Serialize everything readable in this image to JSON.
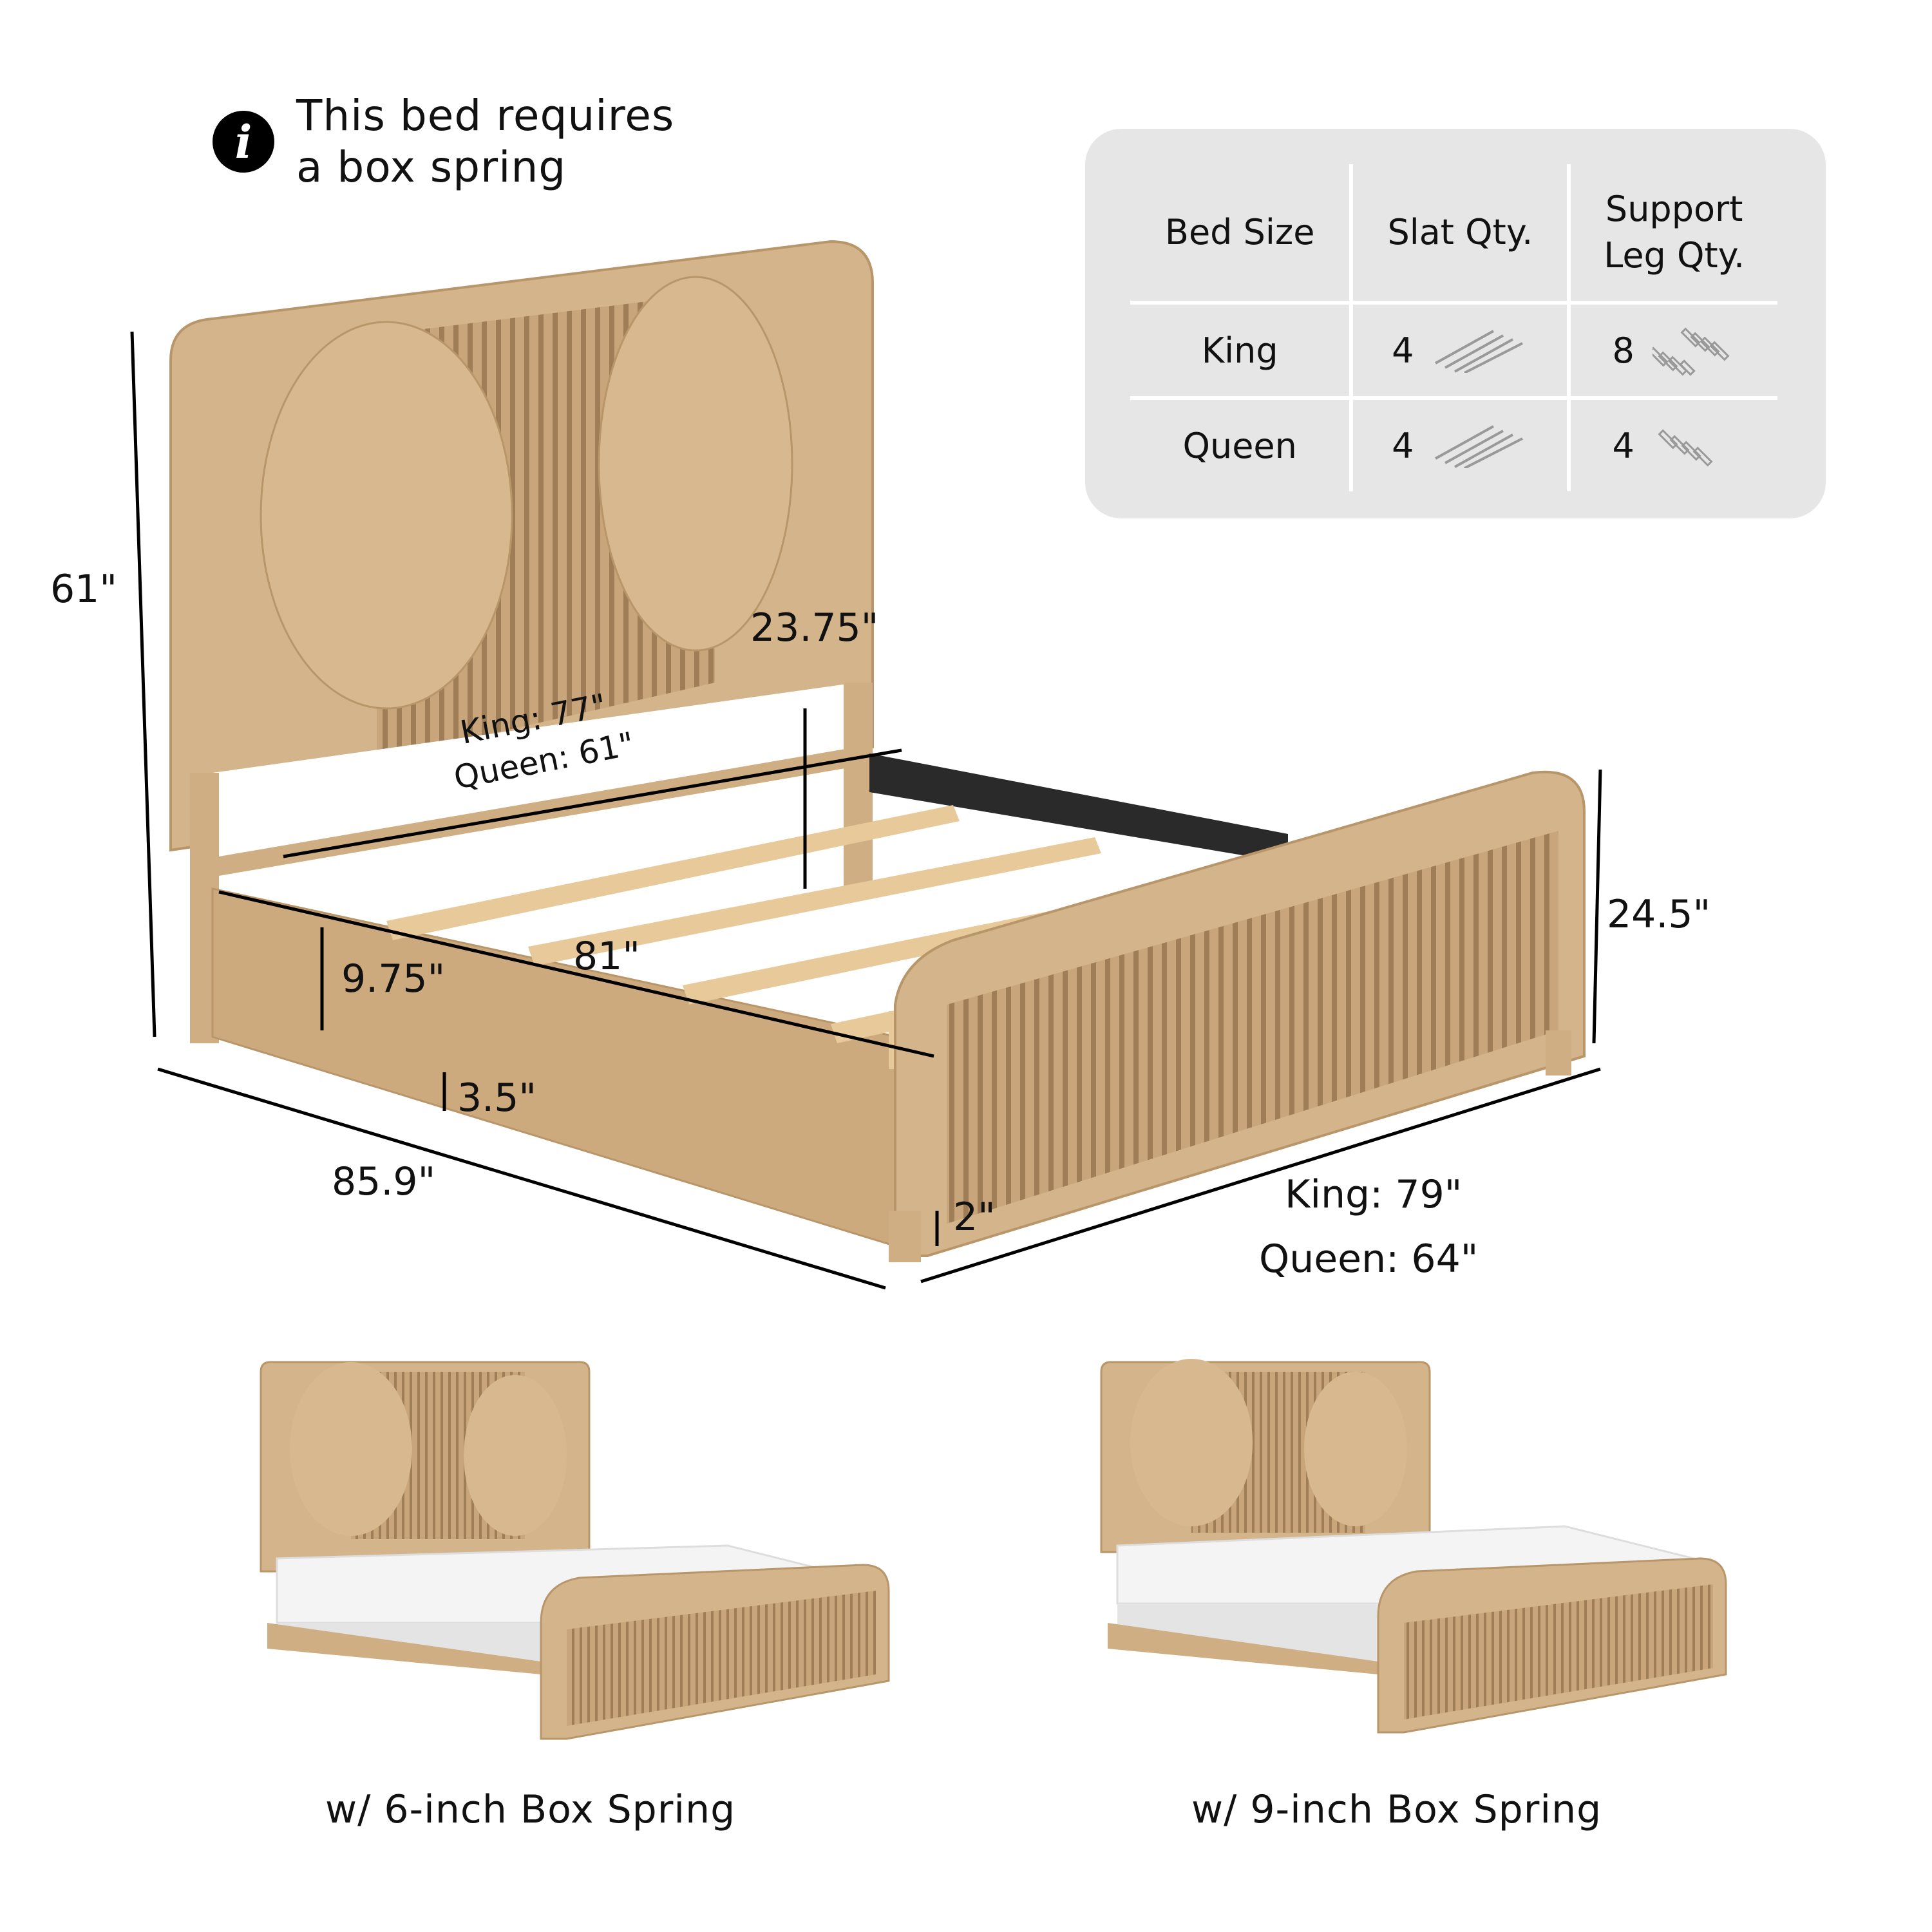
{
  "note": {
    "icon": "info-icon",
    "glyph": "i",
    "line1": "This bed requires",
    "line2": "a box spring"
  },
  "spec_table": {
    "headers": [
      "Bed Size",
      "Slat Qty.",
      "Support",
      "Leg Qty."
    ],
    "rows": [
      {
        "size": "King",
        "slat_qty": "4",
        "leg_qty": "8"
      },
      {
        "size": "Queen",
        "slat_qty": "4",
        "leg_qty": "4"
      }
    ]
  },
  "dimensions": {
    "overall_height": "61\"",
    "headboard_gap": "23.75\"",
    "inner_width_king": "King: 77\"",
    "inner_width_queen": "Queen: 61\"",
    "inner_length": "81\"",
    "rail_height": "9.75\"",
    "rail_clearance": "3.5\"",
    "overall_length": "85.9\"",
    "footboard_height": "24.5\"",
    "footboard_clearance": "2\"",
    "overall_width_king": "King: 79\"",
    "overall_width_queen": "Queen: 64\""
  },
  "variants": [
    {
      "caption": "w/ 6-inch Box Spring"
    },
    {
      "caption": "w/ 9-inch Box Spring"
    }
  ],
  "colors": {
    "wood": "#d2b48c",
    "wood_dark": "#b8966a",
    "slat": "#e8c99a",
    "panel": "#e6e6e6",
    "mattress": "#f2f2f2"
  }
}
